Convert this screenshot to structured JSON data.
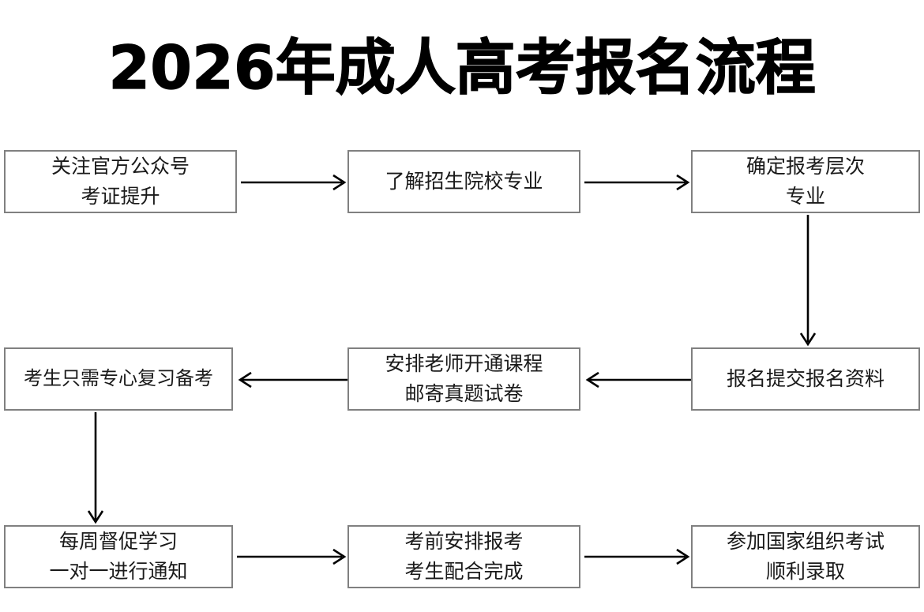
{
  "title": "2026年成人高考报名流程",
  "theme": {
    "background": "#ffffff",
    "box_border": "#808080",
    "box_fill": "#ffffff",
    "text": "#1a1a1a",
    "title_color": "#000000",
    "arrow": "#000000"
  },
  "chart_data": {
    "type": "diagram",
    "title": "2026年成人高考报名流程",
    "nodes": [
      {
        "id": "n1",
        "lines": [
          "关注官方公众号",
          "考证提升"
        ],
        "row": 1,
        "col": 1
      },
      {
        "id": "n2",
        "lines": [
          "了解招生院校专业"
        ],
        "row": 1,
        "col": 2
      },
      {
        "id": "n3",
        "lines": [
          "确定报考层次",
          "专业"
        ],
        "row": 1,
        "col": 3
      },
      {
        "id": "n4",
        "lines": [
          "考生只需专心复习备考"
        ],
        "row": 2,
        "col": 1
      },
      {
        "id": "n5",
        "lines": [
          "安排老师开通课程",
          "邮寄真题试卷"
        ],
        "row": 2,
        "col": 2
      },
      {
        "id": "n6",
        "lines": [
          "报名提交报名资料"
        ],
        "row": 2,
        "col": 3
      },
      {
        "id": "n7",
        "lines": [
          "每周督促学习",
          "一对一进行通知"
        ],
        "row": 3,
        "col": 1
      },
      {
        "id": "n8",
        "lines": [
          "考前安排报考",
          "考生配合完成"
        ],
        "row": 3,
        "col": 2
      },
      {
        "id": "n9",
        "lines": [
          "参加国家组织考试",
          "顺利录取"
        ],
        "row": 3,
        "col": 3
      }
    ],
    "edges": [
      {
        "from": "n1",
        "to": "n2",
        "direction": "right"
      },
      {
        "from": "n2",
        "to": "n3",
        "direction": "right"
      },
      {
        "from": "n3",
        "to": "n6",
        "direction": "down"
      },
      {
        "from": "n6",
        "to": "n5",
        "direction": "left"
      },
      {
        "from": "n5",
        "to": "n4",
        "direction": "left"
      },
      {
        "from": "n4",
        "to": "n7",
        "direction": "down"
      },
      {
        "from": "n7",
        "to": "n8",
        "direction": "right"
      },
      {
        "from": "n8",
        "to": "n9",
        "direction": "right"
      }
    ]
  },
  "nodes": {
    "n1": {
      "l1": "关注官方公众号",
      "l2": "考证提升"
    },
    "n2": {
      "l1": "了解招生院校专业"
    },
    "n3": {
      "l1": "确定报考层次",
      "l2": "专业"
    },
    "n4": {
      "l1": "考生只需专心复习备考"
    },
    "n5": {
      "l1": "安排老师开通课程",
      "l2": "邮寄真题试卷"
    },
    "n6": {
      "l1": "报名提交报名资料"
    },
    "n7": {
      "l1": "每周督促学习",
      "l2": "一对一进行通知"
    },
    "n8": {
      "l1": "考前安排报考",
      "l2": "考生配合完成"
    },
    "n9": {
      "l1": "参加国家组织考试",
      "l2": "顺利录取"
    }
  },
  "connectors": {
    "e1": "arrow-right-n1-n2",
    "e2": "arrow-right-n2-n3",
    "e3": "arrow-down-n3-n6",
    "e4": "arrow-left-n6-n5",
    "e5": "arrow-left-n5-n4",
    "e6": "arrow-down-n4-n7",
    "e7": "arrow-right-n7-n8",
    "e8": "arrow-right-n8-n9"
  }
}
